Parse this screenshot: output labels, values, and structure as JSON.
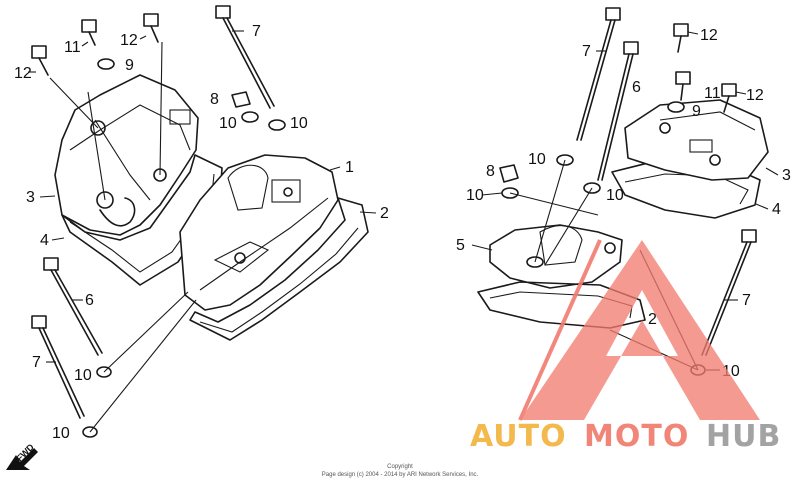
{
  "diagram": {
    "left_callouts": [
      "12",
      "11",
      "12",
      "9",
      "7",
      "8",
      "10",
      "10",
      "1",
      "2",
      "3",
      "4",
      "6",
      "7",
      "10",
      "10"
    ],
    "right_callouts": [
      "7",
      "12",
      "6",
      "11",
      "12",
      "9",
      "3",
      "4",
      "8",
      "10",
      "10",
      "10",
      "5",
      "2",
      "7",
      "10"
    ],
    "direction_label": "FWD",
    "copyright_line1": "Copyright",
    "copyright_line2": "Page design (c) 2004 - 2014 by ARI Network Services, Inc."
  },
  "watermark": {
    "word_part1": "AUTO",
    "word_part2": "MOTO",
    "word_part3": "HUB",
    "color_auto": "#f2b23a",
    "color_moto": "#f07a6a",
    "color_hub": "#9a9a9a",
    "triangle_color": "#f27b6f"
  }
}
